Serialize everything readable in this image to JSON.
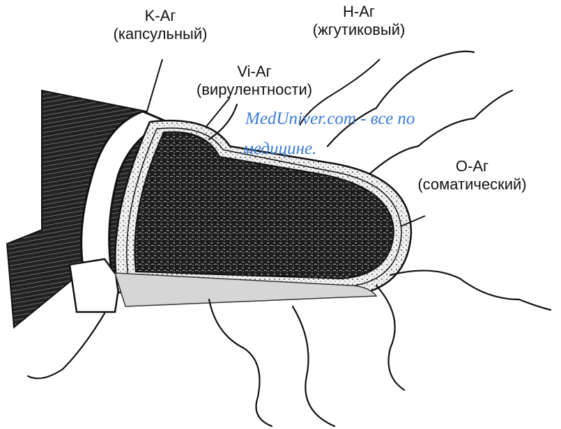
{
  "labels": {
    "k": {
      "line1": "K-Аг",
      "line2": "(капсульный)"
    },
    "h": {
      "line1": "H-Аг",
      "line2": "(жгутиковый)"
    },
    "vi": {
      "line1": "Vi-Аг",
      "line2": "(вирулентности)"
    },
    "o": {
      "line1": "O-Аг",
      "line2": "(соматический)"
    }
  },
  "watermark": {
    "line1": "MedUniver.com - все по",
    "line2": "медицине.",
    "color": "#3a7bd5"
  },
  "colors": {
    "ink": "#111111",
    "background": "#ffffff"
  }
}
